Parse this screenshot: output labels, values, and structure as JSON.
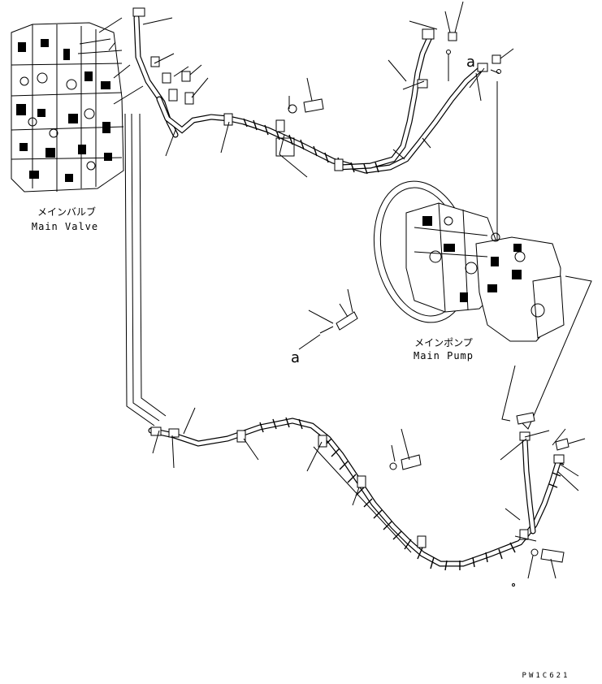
{
  "labels": {
    "main_valve_jp": "メインバルブ",
    "main_valve_en": "Main Valve",
    "main_pump_jp": "メインポンプ",
    "main_pump_en": "Main Pump",
    "ref_a_top": "a",
    "ref_a_bottom": "a",
    "drawing_code": "PW1C621"
  }
}
